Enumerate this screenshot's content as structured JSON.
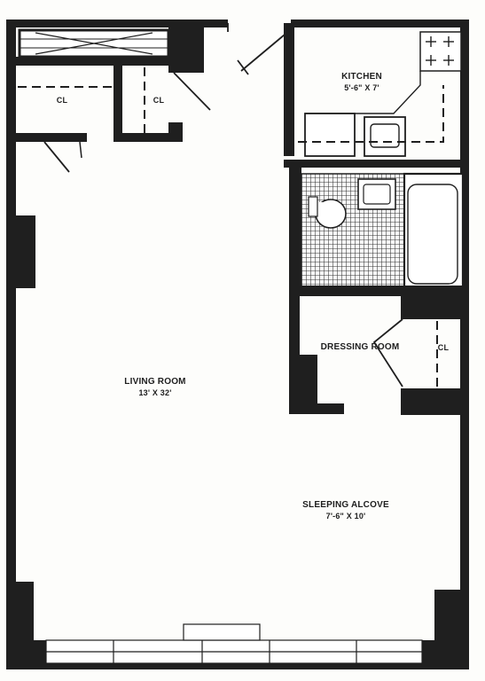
{
  "floor_plan": {
    "rooms": [
      {
        "name": "KITCHEN",
        "dimensions": "5'-6\" X 7'"
      },
      {
        "name": "LIVING ROOM",
        "dimensions": "13' X 32'"
      },
      {
        "name": "SLEEPING ALCOVE",
        "dimensions": "7'-6\" X 10'"
      },
      {
        "name": "DRESSING ROOM",
        "dimensions": ""
      }
    ],
    "closets": [
      {
        "label": "CL"
      },
      {
        "label": "CL"
      },
      {
        "label": "CL"
      }
    ]
  },
  "colors": {
    "wall": "#1f1f1f",
    "paper": "#fdfdfb",
    "line": "#2a2a2a"
  }
}
